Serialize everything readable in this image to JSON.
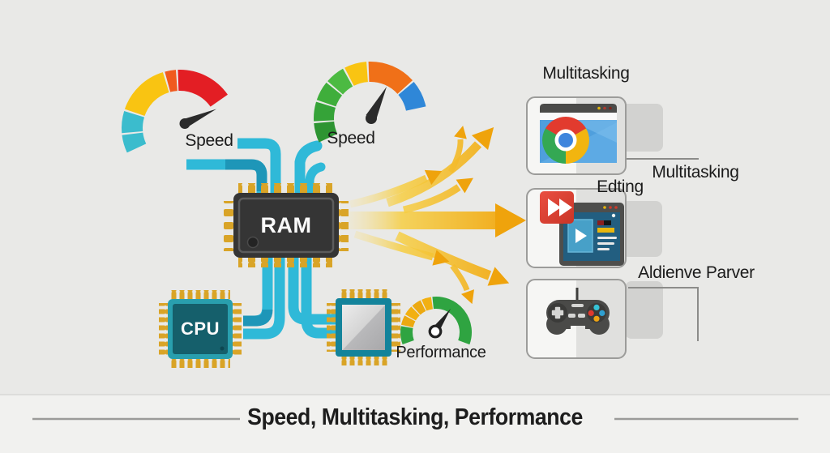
{
  "gauges": {
    "speed_left": {
      "label": "Speed"
    },
    "speed_top": {
      "label": "Speed"
    },
    "performance": {
      "label": "Performance"
    }
  },
  "chips": {
    "ram": {
      "label": "RAM"
    },
    "cpu": {
      "label": "CPU"
    }
  },
  "cards": {
    "browser_label": "Multitasking",
    "editing_label": "Edting",
    "multitasking_right_label": "Multitasking",
    "gaming_label": "Aldienve Parver"
  },
  "footer": {
    "title": "Speed, Multitasking, Performance"
  },
  "colors": {
    "background": "#e9e9e7",
    "footer_background": "#f1f1ef",
    "tube_blue": "#2fb9d8",
    "tube_blue_dark": "#1e96b8",
    "arrow_orange": "#f0a50c",
    "pin_gold": "#d9a427",
    "gauge_cyan": "#3bbccd",
    "gauge_yellow": "#f9c412",
    "gauge_orange": "#f07018",
    "gauge_red": "#e31e24",
    "gauge_green": "#35a338",
    "gauge_blue": "#2f87d8",
    "ram_body": "#353535",
    "cpu_body": "#1c6874",
    "card_border": "#9c9c9a",
    "chrome_red": "#e23b2e",
    "chrome_green": "#34a853",
    "chrome_yellow": "#f2b50f",
    "chrome_blue": "#3e85dd",
    "ff_icon_red": "#e0443a"
  }
}
